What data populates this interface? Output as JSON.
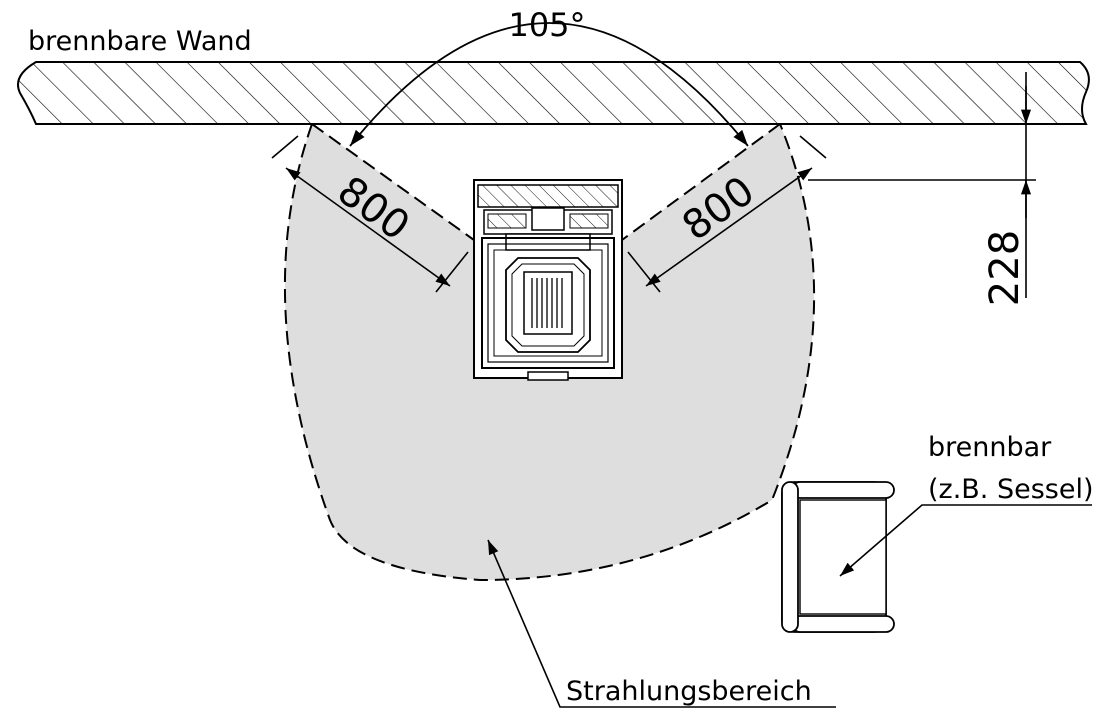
{
  "labels": {
    "wall": "brennbare Wand",
    "angle": "105°",
    "distance_left": "800",
    "distance_right": "800",
    "wall_distance": "228",
    "combustible_line1": "brennbar",
    "combustible_line2": "(z.B. Sessel)",
    "radiation_zone": "Strahlungsbereich"
  },
  "colors": {
    "radiation_zone_fill": "#dedede",
    "line": "#000000",
    "background": "#ffffff"
  }
}
